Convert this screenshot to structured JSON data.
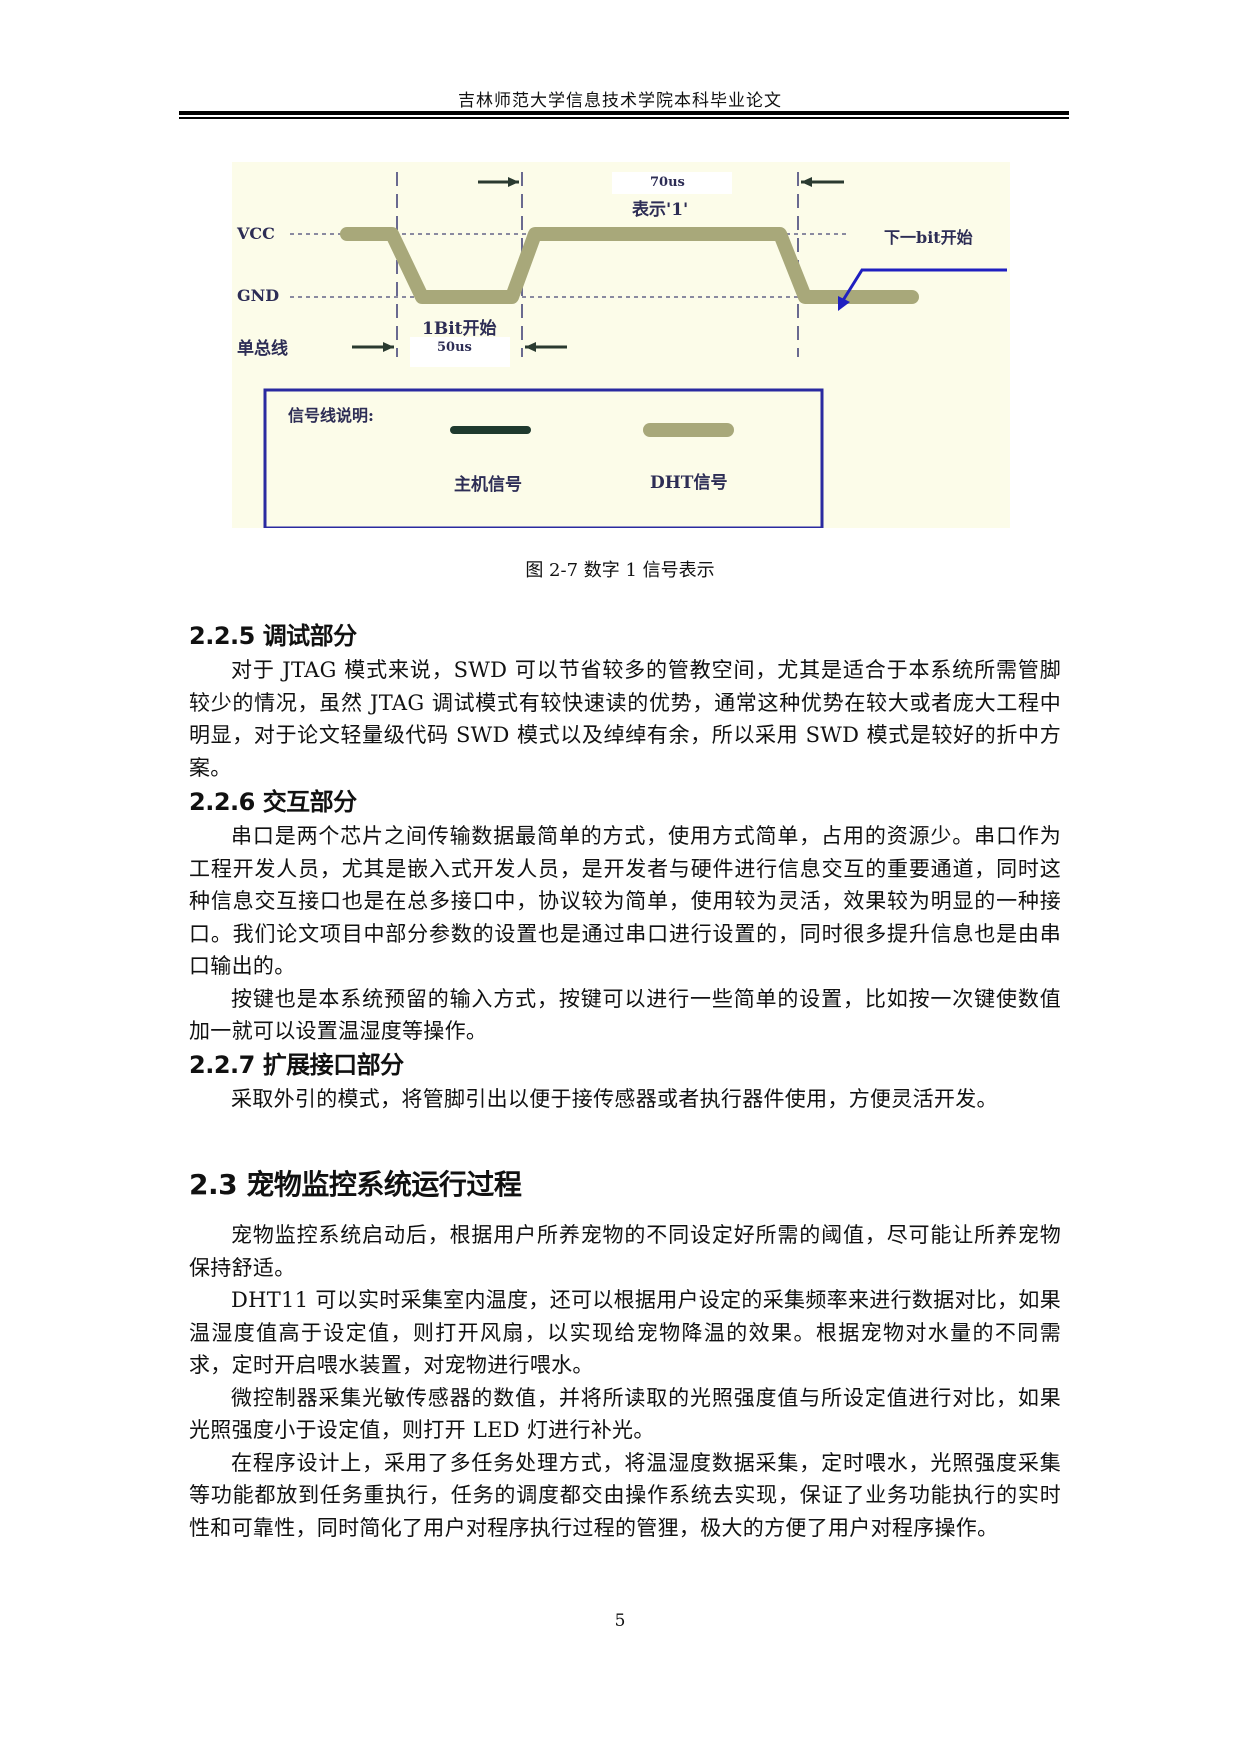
{
  "header": {
    "title": "吉林师范大学信息技术学院本科毕业论文"
  },
  "figure": {
    "labels": {
      "vcc": "VCC",
      "gnd": "GND",
      "bus": "单总线",
      "bit_start": "1Bit开始",
      "low_duration": "50us",
      "high_duration": "70us",
      "means_one": "表示'1'",
      "next_bit": "下一bit开始"
    },
    "legend": {
      "title": "信号线说明:",
      "host_signal": "主机信号",
      "dht_signal": "DHT信号"
    },
    "colors": {
      "background": "#fcfce9",
      "dht_signal": "#a8a87a",
      "host_signal": "#1f3a2e",
      "legend_border": "#2a2aa0",
      "label_text": "#2d2d55",
      "arrow_blue": "#1f1fc0"
    },
    "caption": "图 2-7 数字 1 信号表示"
  },
  "sections": [
    {
      "heading": "2.2.5 调试部分",
      "paragraphs": [
        "对于 JTAG 模式来说，SWD 可以节省较多的管教空间，尤其是适合于本系统所需管脚较少的情况，虽然 JTAG 调试模式有较快速读的优势，通常这种优势在较大或者庞大工程中明显，对于论文轻量级代码 SWD 模式以及绰绰有余，所以采用 SWD 模式是较好的折中方案。"
      ]
    },
    {
      "heading": "2.2.6 交互部分",
      "paragraphs": [
        "串口是两个芯片之间传输数据最简单的方式，使用方式简单，占用的资源少。串口作为工程开发人员，尤其是嵌入式开发人员，是开发者与硬件进行信息交互的重要通道，同时这种信息交互接口也是在总多接口中，协议较为简单，使用较为灵活，效果较为明显的一种接口。我们论文项目中部分参数的设置也是通过串口进行设置的，同时很多提升信息也是由串口输出的。",
        "按键也是本系统预留的输入方式，按键可以进行一些简单的设置，比如按一次键使数值加一就可以设置温湿度等操作。"
      ]
    },
    {
      "heading": "2.2.7 扩展接口部分",
      "paragraphs": [
        "采取外引的模式，将管脚引出以便于接传感器或者执行器件使用，方便灵活开发。"
      ]
    }
  ],
  "section_2_3": {
    "heading": "2.3 宠物监控系统运行过程",
    "paragraphs": [
      "宠物监控系统启动后，根据用户所养宠物的不同设定好所需的阈值，尽可能让所养宠物保持舒适。",
      "DHT11 可以实时采集室内温度，还可以根据用户设定的采集频率来进行数据对比，如果温湿度值高于设定值，则打开风扇，以实现给宠物降温的效果。根据宠物对水量的不同需求，定时开启喂水装置，对宠物进行喂水。",
      "微控制器采集光敏传感器的数值，并将所读取的光照强度值与所设定值进行对比，如果光照强度小于设定值，则打开 LED 灯进行补光。",
      "在程序设计上，采用了多任务处理方式，将温湿度数据采集，定时喂水，光照强度采集等功能都放到任务重执行，任务的调度都交由操作系统去实现，保证了业务功能执行的实时性和可靠性，同时简化了用户对程序执行过程的管狸，极大的方便了用户对程序操作。"
    ]
  },
  "footer": {
    "page_number": "5"
  }
}
